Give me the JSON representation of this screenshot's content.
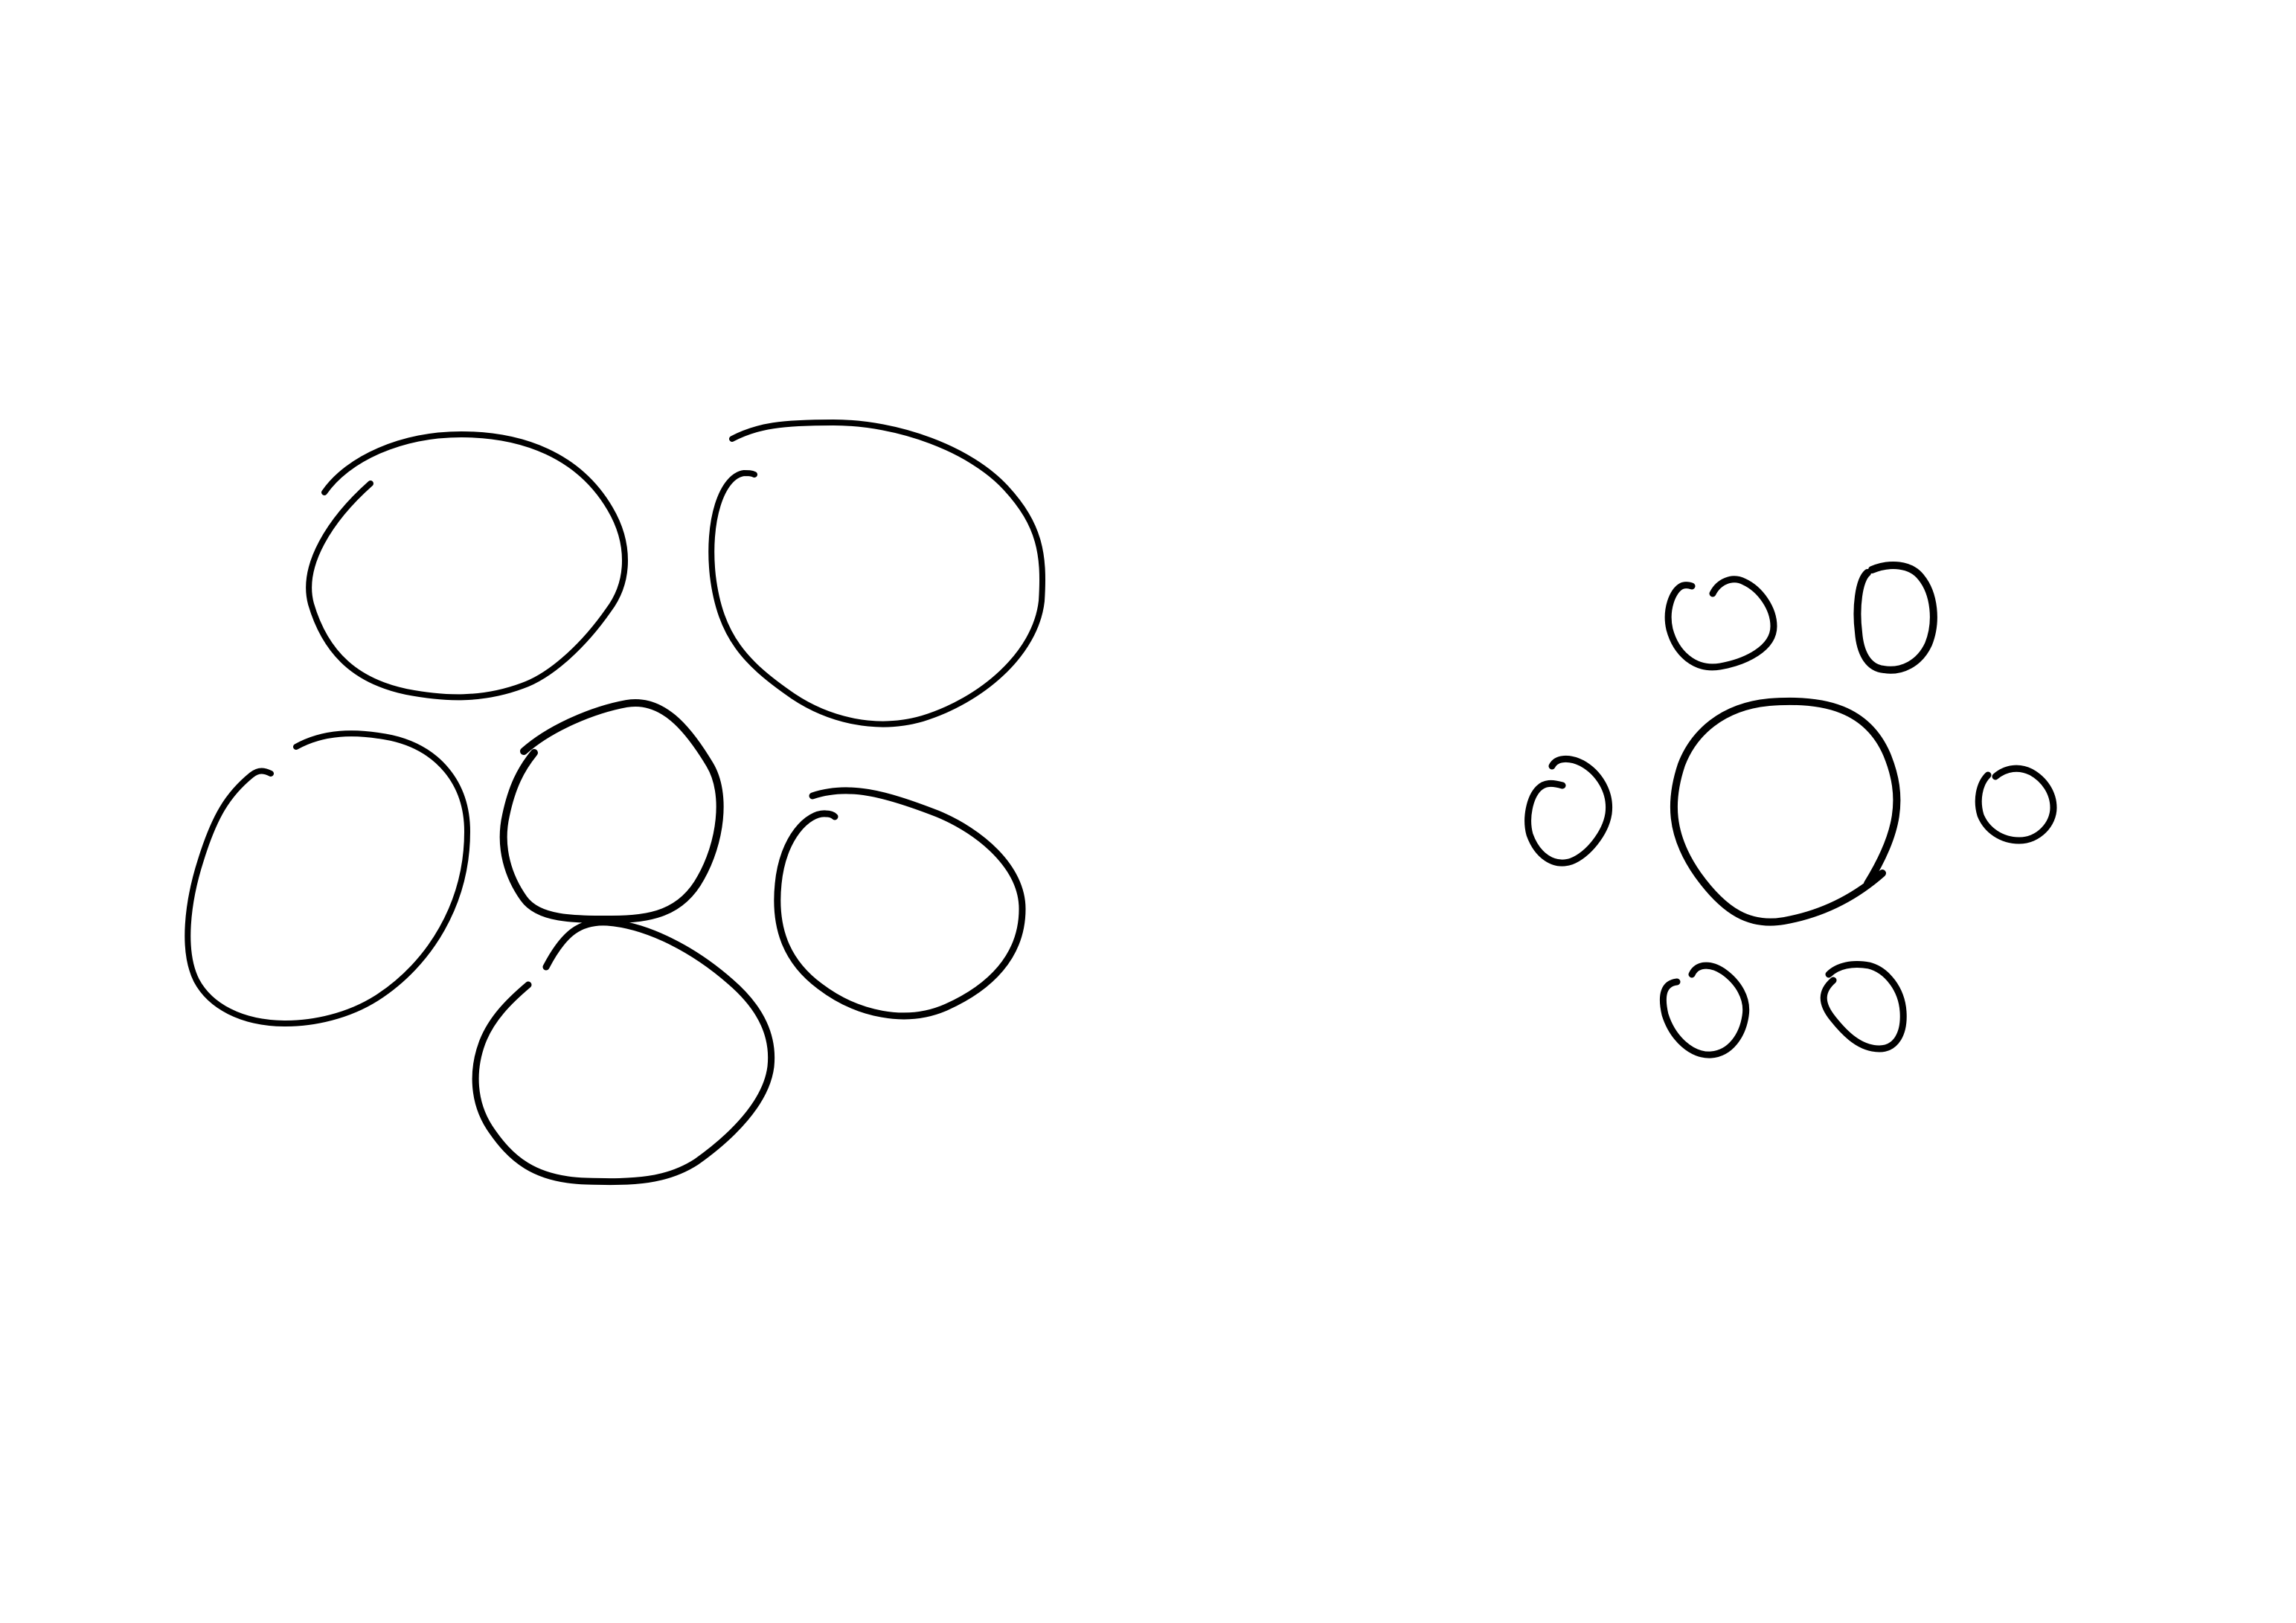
{
  "figure": {
    "background_color": "#ffffff",
    "stroke_color": "#000000",
    "text_labels": []
  },
  "groups": [
    {
      "name": "large-cluster",
      "description_count": 6
    },
    {
      "name": "small-cluster",
      "description_count": 7
    }
  ]
}
